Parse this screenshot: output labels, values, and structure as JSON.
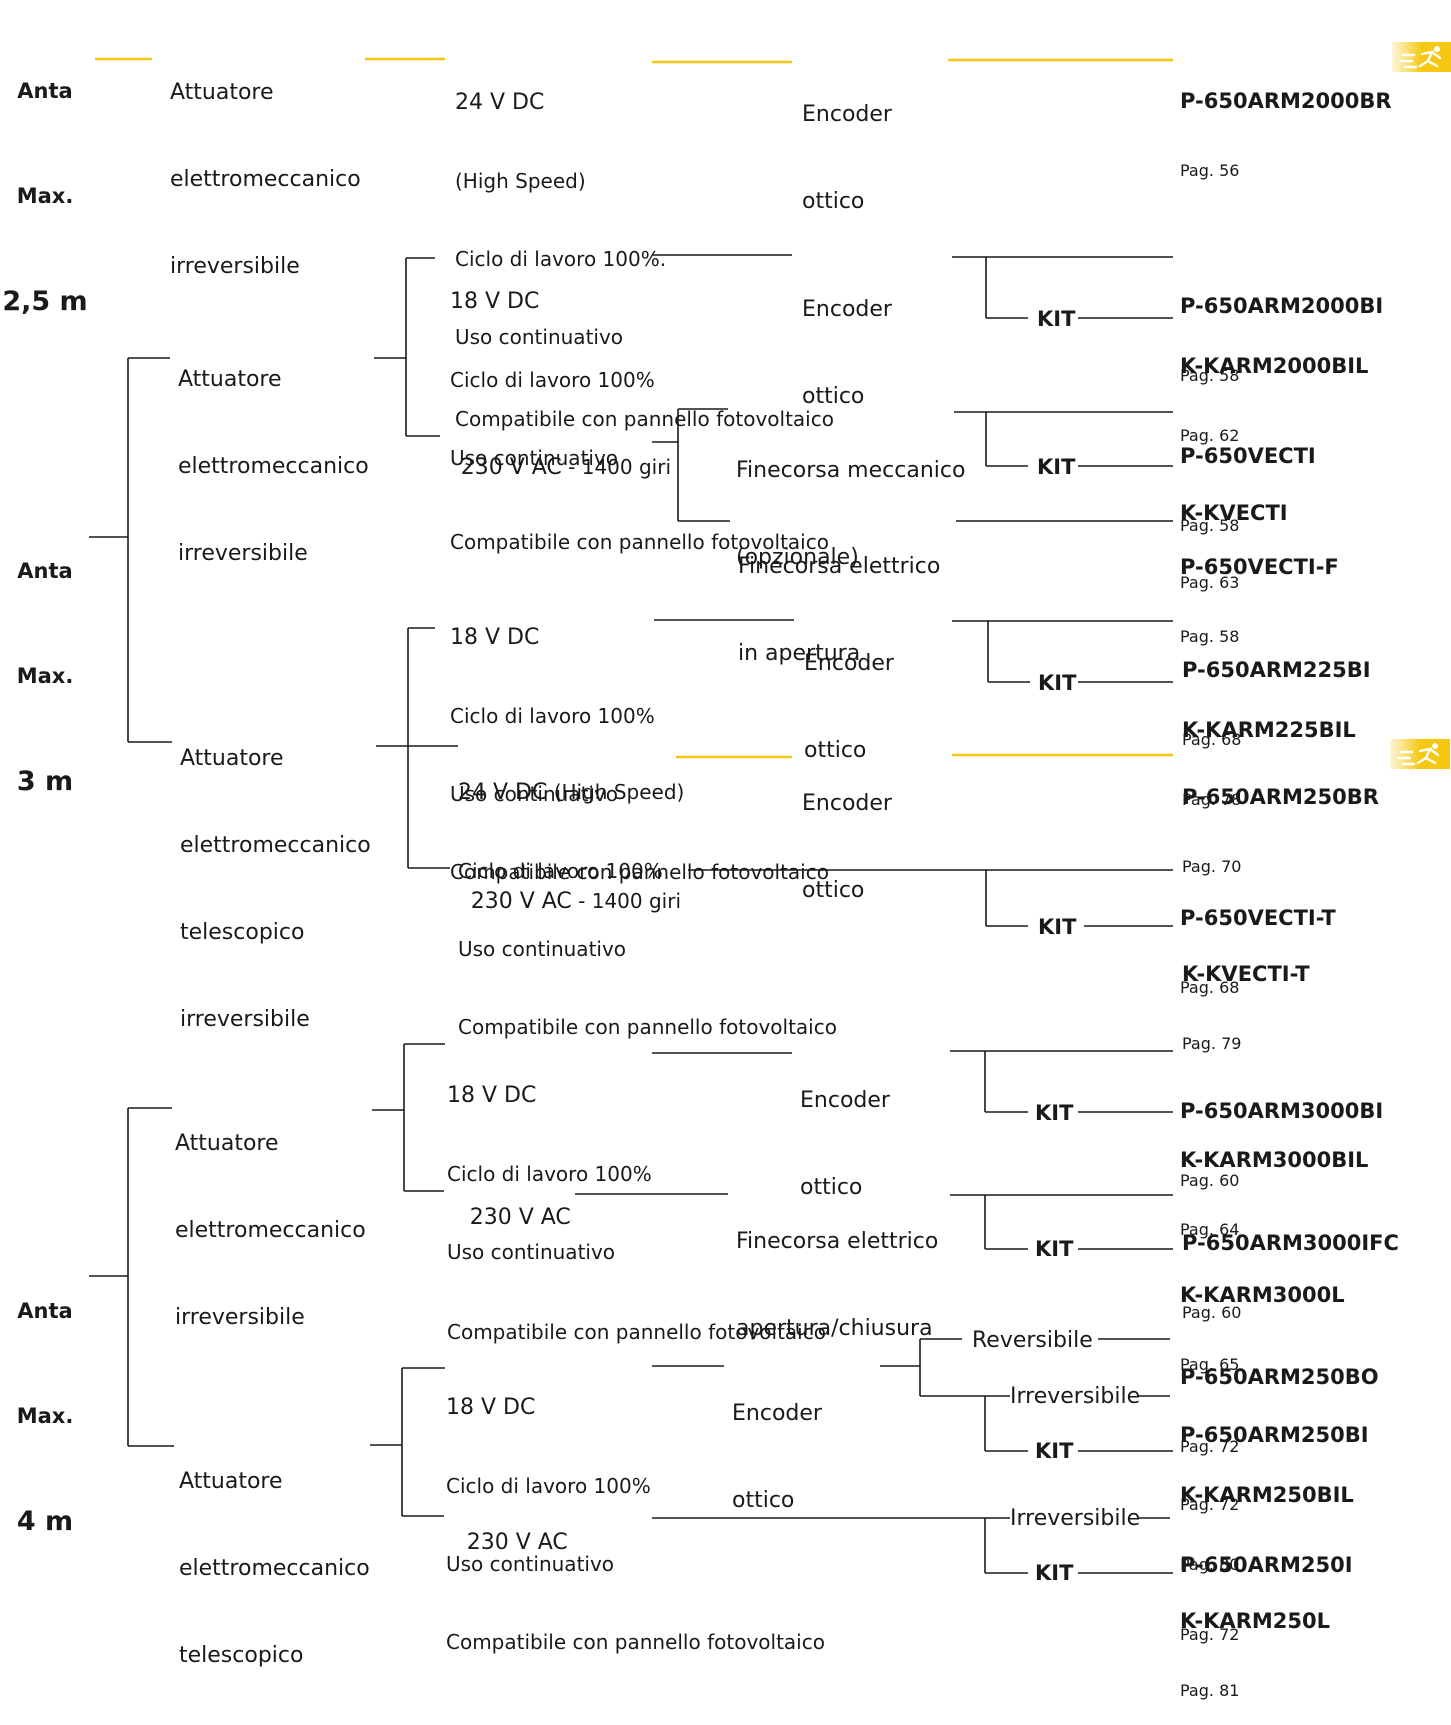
{
  "colors": {
    "accent": "#f6c814",
    "line": "#1a1a1a",
    "background": "#ffffff"
  },
  "badge_icon": "running-person-icon",
  "groups": [
    {
      "root": {
        "l1": "Anta",
        "l2": "Max.",
        "l3": "2,5 m"
      },
      "actuators": [
        {
          "lines": [
            "Attuatore",
            "elettromeccanico",
            "irreversibile"
          ],
          "specs": [
            {
              "lines": [
                "24 V DC",
                "(High Speed)",
                "Ciclo di lavoro 100%.",
                "Uso continuativo",
                "Compatibile con pannello fotovoltaico"
              ],
              "sub": [
                "Encoder",
                "ottico"
              ],
              "products": [
                {
                  "code": "P-650ARM2000BR",
                  "page": "Pag. 56"
                }
              ]
            }
          ]
        }
      ]
    },
    {
      "root": {
        "l1": "Anta",
        "l2": "Max.",
        "l3": "3 m"
      },
      "actuators": [
        {
          "lines": [
            "Attuatore",
            "elettromeccanico",
            "irreversibile"
          ],
          "specs": [
            {
              "lines": [
                "18 V DC",
                "Ciclo di lavoro 100%",
                "Uso continuativo",
                "Compatibile con pannello fotovoltaico"
              ],
              "sub": [
                "Encoder",
                "ottico"
              ],
              "products": [
                {
                  "code": "P-650ARM2000BI",
                  "page": "Pag. 58"
                },
                {
                  "kit": "KIT",
                  "code": "K-KARM2000BIL",
                  "page": "Pag. 62"
                }
              ]
            },
            {
              "lines": [
                "230 V AC",
                " - 1400 giri"
              ],
              "subs": [
                {
                  "lines": [
                    "Finecorsa meccanico",
                    "(opzionale)"
                  ],
                  "products": [
                    {
                      "code": "P-650VECTI",
                      "page": "Pag. 58"
                    },
                    {
                      "kit": "KIT",
                      "code": "K-KVECTI",
                      "page": "Pag. 63"
                    }
                  ]
                },
                {
                  "lines": [
                    "Finecorsa elettrico",
                    "in apertura"
                  ],
                  "products": [
                    {
                      "code": "P-650VECTI-F",
                      "page": "Pag. 58"
                    }
                  ]
                }
              ]
            }
          ]
        },
        {
          "lines": [
            "Attuatore",
            "elettromeccanico",
            "telescopico",
            "irreversibile"
          ],
          "specs": [
            {
              "lines": [
                "18 V DC",
                "Ciclo di lavoro 100%",
                "Uso continuativo",
                "Compatibile con pannello fotovoltaico"
              ],
              "sub": [
                "Encoder",
                "ottico"
              ],
              "products": [
                {
                  "code": "P-650ARM225BI",
                  "page": "Pag. 68"
                },
                {
                  "kit": "KIT",
                  "code": "K-KARM225BIL",
                  "page": "Pag. 78"
                }
              ]
            },
            {
              "lines": [
                "24 V DC",
                " (High Speed)",
                "Ciclo di lavoro 100%",
                "Uso continuativo",
                "Compatibile con pannello fotovoltaico"
              ],
              "sub": [
                "Encoder",
                "ottico"
              ],
              "products": [
                {
                  "code": "P-650ARM250BR",
                  "page": "Pag. 70"
                }
              ]
            },
            {
              "lines": [
                "230 V AC",
                " - 1400 giri"
              ],
              "products": [
                {
                  "code": "P-650VECTI-T",
                  "page": "Pag. 68"
                },
                {
                  "kit": "KIT",
                  "code": "K-KVECTI-T",
                  "page": "Pag. 79"
                }
              ]
            }
          ]
        }
      ]
    },
    {
      "root": {
        "l1": "Anta",
        "l2": "Max.",
        "l3": "4 m"
      },
      "actuators": [
        {
          "lines": [
            "Attuatore",
            "elettromeccanico",
            "irreversibile"
          ],
          "specs": [
            {
              "lines": [
                "18 V DC",
                "Ciclo di lavoro 100%",
                "Uso continuativo",
                "Compatibile con pannello fotovoltaico"
              ],
              "sub": [
                "Encoder",
                "ottico"
              ],
              "products": [
                {
                  "code": "P-650ARM3000BI",
                  "page": "Pag. 60"
                },
                {
                  "kit": "KIT",
                  "code": "K-KARM3000BIL",
                  "page": "Pag. 64"
                }
              ]
            },
            {
              "lines": [
                "230 V AC"
              ],
              "sub": [
                "Finecorsa elettrico",
                "apertura/chiusura"
              ],
              "products": [
                {
                  "code": "P-650ARM3000IFC",
                  "page": "Pag. 60"
                },
                {
                  "kit": "KIT",
                  "code": "K-KARM3000L",
                  "page": "Pag. 65"
                }
              ]
            }
          ]
        },
        {
          "lines": [
            "Attuatore",
            "elettromeccanico",
            "telescopico"
          ],
          "specs": [
            {
              "lines": [
                "18 V DC",
                "Ciclo di lavoro 100%",
                "Uso continuativo",
                "Compatibile con pannello fotovoltaico"
              ],
              "sub": [
                "Encoder",
                "ottico"
              ],
              "variants": [
                "Reversibile",
                "Irreversibile"
              ],
              "products": [
                {
                  "code": "P-650ARM250BO",
                  "page": "Pag. 72"
                },
                {
                  "code": "P-650ARM250BI",
                  "page": "Pag. 72"
                },
                {
                  "kit": "KIT",
                  "code": "K-KARM250BIL",
                  "page": "Pag. 80"
                }
              ]
            },
            {
              "lines": [
                "230 V AC"
              ],
              "variants": [
                "Irreversibile"
              ],
              "products": [
                {
                  "code": "P-650ARM250I",
                  "page": "Pag. 72"
                },
                {
                  "kit": "KIT",
                  "code": "K-KARM250L",
                  "page": "Pag. 81"
                }
              ]
            }
          ]
        }
      ]
    }
  ]
}
